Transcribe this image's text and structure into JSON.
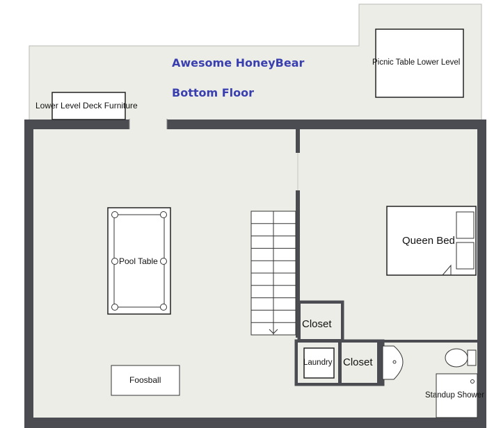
{
  "title": {
    "line1": "Awesome HoneyBear",
    "line2": "Bottom Floor"
  },
  "rooms": {
    "deck_furniture": "Lower Level Deck Furniture",
    "picnic_table": "Picnic Table Lower Level",
    "pool_table": "Pool Table",
    "foosball": "Foosball",
    "queen_bed": "Queen Bed",
    "closet_upper": "Closet",
    "closet_lower": "Closet",
    "laundry": "Laundry",
    "shower": "Standup Shower"
  },
  "colors": {
    "wall": "#4a4c51",
    "floor": "#ecede6",
    "title": "#3a3fb0",
    "line": "#222222"
  }
}
